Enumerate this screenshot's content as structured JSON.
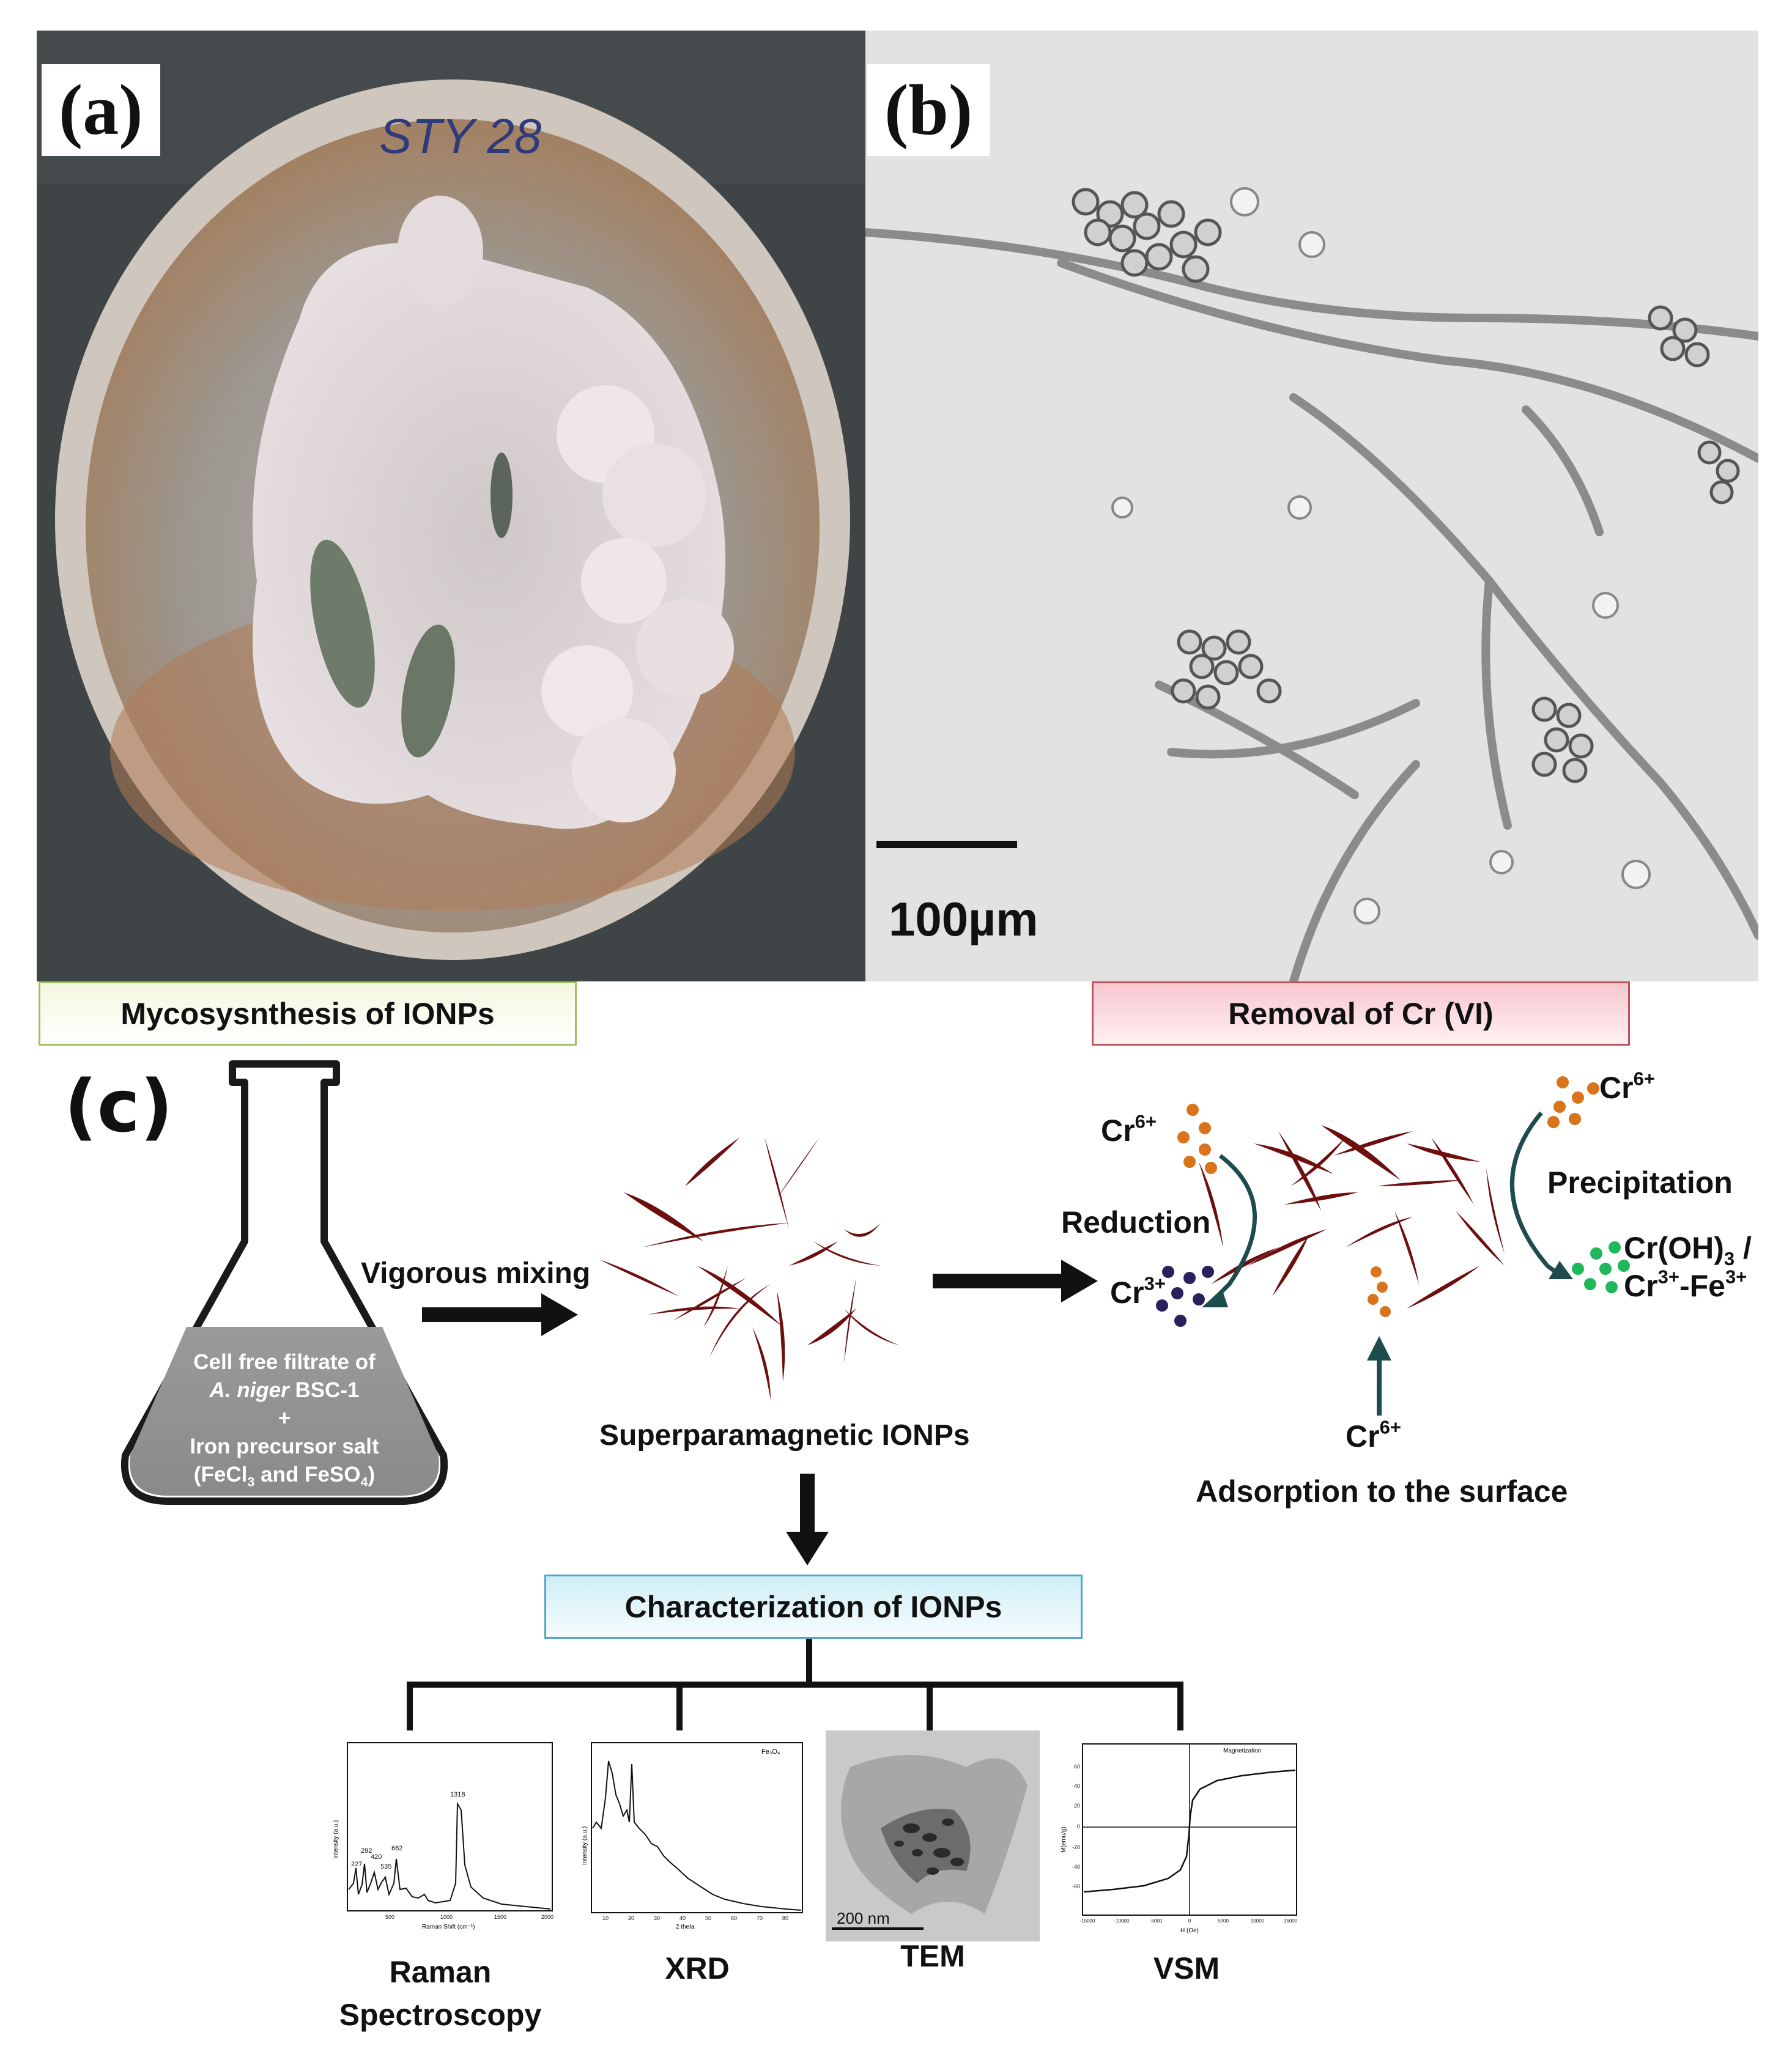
{
  "panels": {
    "a": {
      "label": "(a)",
      "plate_marking": "STY 28"
    },
    "b": {
      "label": "(b)",
      "scale_bar": "100µm"
    },
    "c": {
      "label": "(c)"
    }
  },
  "captions": {
    "mycosynthesis": "Mycosysnthesis of IONPs",
    "removal": "Removal of Cr (VI)",
    "characterization": "Characterization of IONPs"
  },
  "flask": {
    "line1": "Cell free filtrate of",
    "line2_italic": "A. niger",
    "line2_rest": " BSC-1",
    "line3": "+",
    "line4": "Iron precursor salt",
    "line5_a": "(FeCl",
    "line5_sub1": "3",
    "line5_b": " and FeSO",
    "line5_sub2": "4",
    "line5_c": ")"
  },
  "process": {
    "mixing": "Vigorous mixing",
    "product": "Superparamagnetic IONPs"
  },
  "removal_scheme": {
    "cr6_left": "Cr",
    "cr6_left_sup": "6+",
    "cr6_right": "Cr",
    "cr6_right_sup": "6+",
    "cr6_bottom": "Cr",
    "cr6_bottom_sup": "6+",
    "cr3": "Cr",
    "cr3_sup": "3+",
    "reduction": "Reduction",
    "precipitation": "Precipitation",
    "product_a": "Cr(OH)",
    "product_sub": "3",
    "product_slash": " /",
    "product_b": "Cr",
    "product_sup1": "3+",
    "product_c": "-Fe",
    "product_sup2": "3+",
    "adsorption": "Adsorption to the surface"
  },
  "techniques": [
    {
      "name": "Raman",
      "name2": "Spectroscopy"
    },
    {
      "name": "XRD"
    },
    {
      "name": "TEM"
    },
    {
      "name": "VSM"
    }
  ],
  "raman": {
    "peaks": [
      "227",
      "292",
      "420",
      "535",
      "662",
      "1318"
    ],
    "ylabel": "Intensity (a.u.)",
    "xlabel": "Raman Shift (cm⁻¹)",
    "xticks": [
      "500",
      "1000",
      "1500",
      "2000"
    ]
  },
  "xrd": {
    "legend": "Fe₃O₄",
    "ylabel": "Intensity (a.u.)",
    "xlabel": "2 theta",
    "xticks": [
      "10",
      "20",
      "30",
      "40",
      "50",
      "60",
      "70",
      "80"
    ]
  },
  "tem": {
    "scale": "200 nm"
  },
  "vsm": {
    "legend": "Magnetization",
    "ylabel": "M(emu/g)",
    "xlabel": "H (Oe)",
    "yticks": [
      "60",
      "40",
      "20",
      "0",
      "-20",
      "-40",
      "-60"
    ],
    "xticks": [
      "-15000",
      "-10000",
      "-5000",
      "0",
      "5000",
      "10000",
      "15000"
    ]
  },
  "colors": {
    "nanoparticle": "#6e0f0f",
    "cr6_dot": "#d9731c",
    "cr3_dot": "#2c1f5e",
    "precip_dot": "#1fb85a",
    "arrow_teal": "#1e4b4c",
    "mycosynthesis_border": "#9fbf63",
    "removal_border": "#c0505a",
    "characterization_border": "#4aa7c6"
  }
}
